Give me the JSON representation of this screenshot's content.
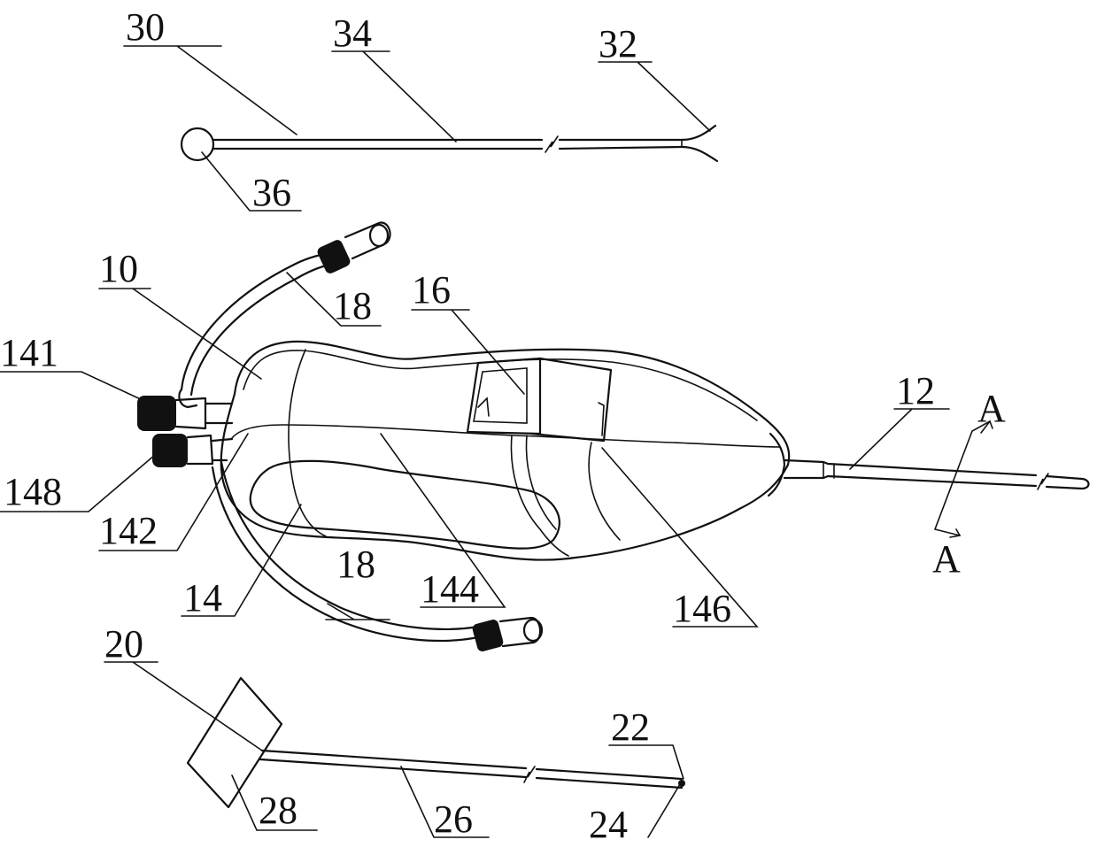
{
  "figure": {
    "labels": {
      "l30": "30",
      "l34": "34",
      "l32": "32",
      "l36": "36",
      "l10": "10",
      "l18a": "18",
      "l16": "16",
      "l141": "141",
      "l148": "148",
      "l142": "142",
      "l12": "12",
      "lA1": "A",
      "lA2": "A",
      "l18b": "18",
      "l144": "144",
      "l14": "14",
      "l146": "146",
      "l20": "20",
      "l22": "22",
      "l28": "28",
      "l26": "26",
      "l24": "24"
    }
  }
}
